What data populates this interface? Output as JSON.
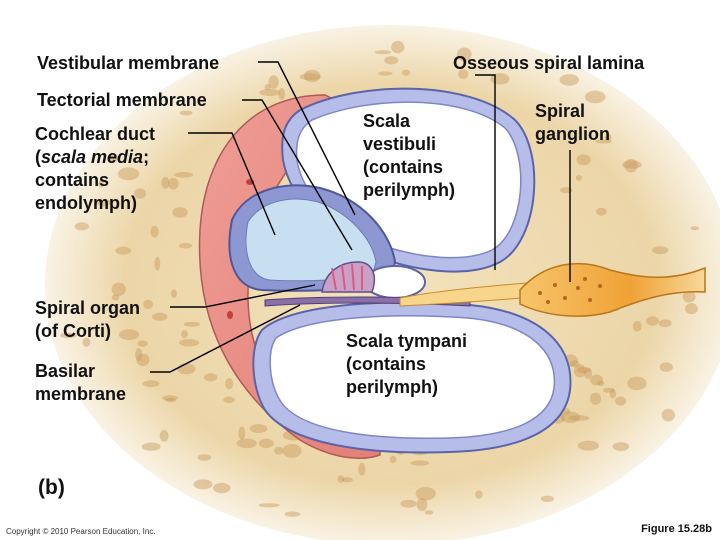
{
  "labels": {
    "vestibular_membrane": "Vestibular membrane",
    "tectorial_membrane": "Tectorial membrane",
    "cochlear_duct_line1": "Cochlear duct",
    "cochlear_duct_open": "(",
    "cochlear_duct_italic": "scala media",
    "cochlear_duct_close": ";",
    "cochlear_duct_line3": "contains",
    "cochlear_duct_line4": "endolymph)",
    "spiral_organ_line1": "Spiral organ",
    "spiral_organ_line2": "(of Corti)",
    "basilar_line1": "Basilar",
    "basilar_line2": "membrane",
    "osseous_spiral_lamina": "Osseous spiral lamina",
    "spiral_ganglion_line1": "Spiral",
    "spiral_ganglion_line2": "ganglion",
    "scala_vestibuli_line1": "Scala",
    "scala_vestibuli_line2": "vestibuli",
    "scala_vestibuli_line3": "(contains",
    "scala_vestibuli_line4": "perilymph)",
    "scala_tympani_line1": "Scala tympani",
    "scala_tympani_line2": "(contains",
    "scala_tympani_line3": "perilymph)"
  },
  "panel_label": "(b)",
  "copyright": "Copyright © 2010 Pearson Education, Inc.",
  "figure_number": "Figure 15.28b",
  "colors": {
    "bone": "#ecd9b0",
    "bone_pore": "#c79a5c",
    "duct_pink": "#e8928c",
    "membrane_blue": "#8e97d6",
    "cavity": "#ffffff",
    "endolymph": "#c7def0",
    "ganglion": "#f2a93b"
  }
}
